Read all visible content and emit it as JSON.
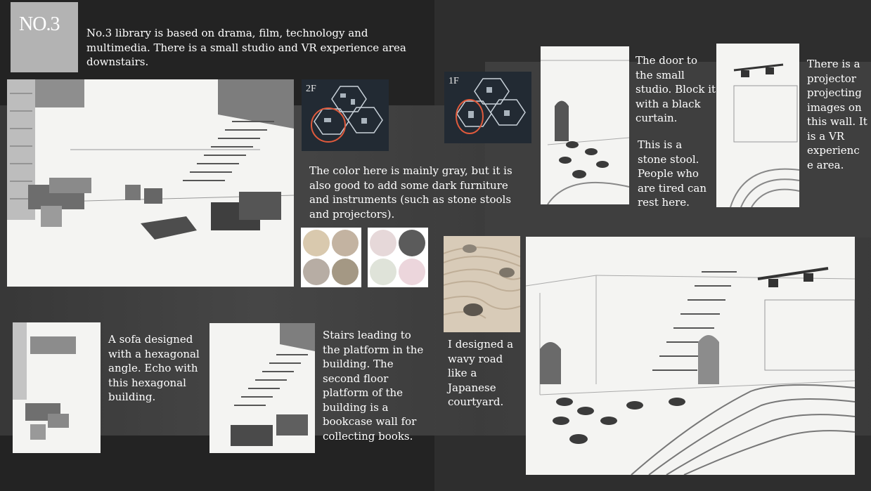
{
  "badge": {
    "label": "NO.3"
  },
  "intro": {
    "text": "No.3 library is based on drama, film, technology and multimedia. There is a small studio and VR experience area downstairs."
  },
  "plans": [
    {
      "label": "2F"
    },
    {
      "label": "1F"
    }
  ],
  "color_note": {
    "text": "The color here is mainly gray, but it is also good to add some dark furniture and instruments (such as stone stools and projectors)."
  },
  "palettes": [
    {
      "colors": [
        "#d9c9ae",
        "#c3b3a1",
        "#b7ada4",
        "#a49884"
      ]
    },
    {
      "colors": [
        "#e6d8d9",
        "#5b5b5b",
        "#dfe3d9",
        "#ecd6dc"
      ]
    }
  ],
  "captions": {
    "sofa": "A sofa designed with a hexagonal angle. Echo with this hexagonal building.",
    "stairs": "Stairs leading to the platform in the building. The second floor platform of the building is a bookcase wall for collecting books.",
    "door": "The door to the small studio. Block it with a black curtain.",
    "stool": "This is a stone stool. People who are tired can rest here.",
    "projector": "There is a projector projecting images on this wall. It is a VR experienc e area.",
    "wavy": "I designed a wavy road like a Japanese courtyard."
  }
}
